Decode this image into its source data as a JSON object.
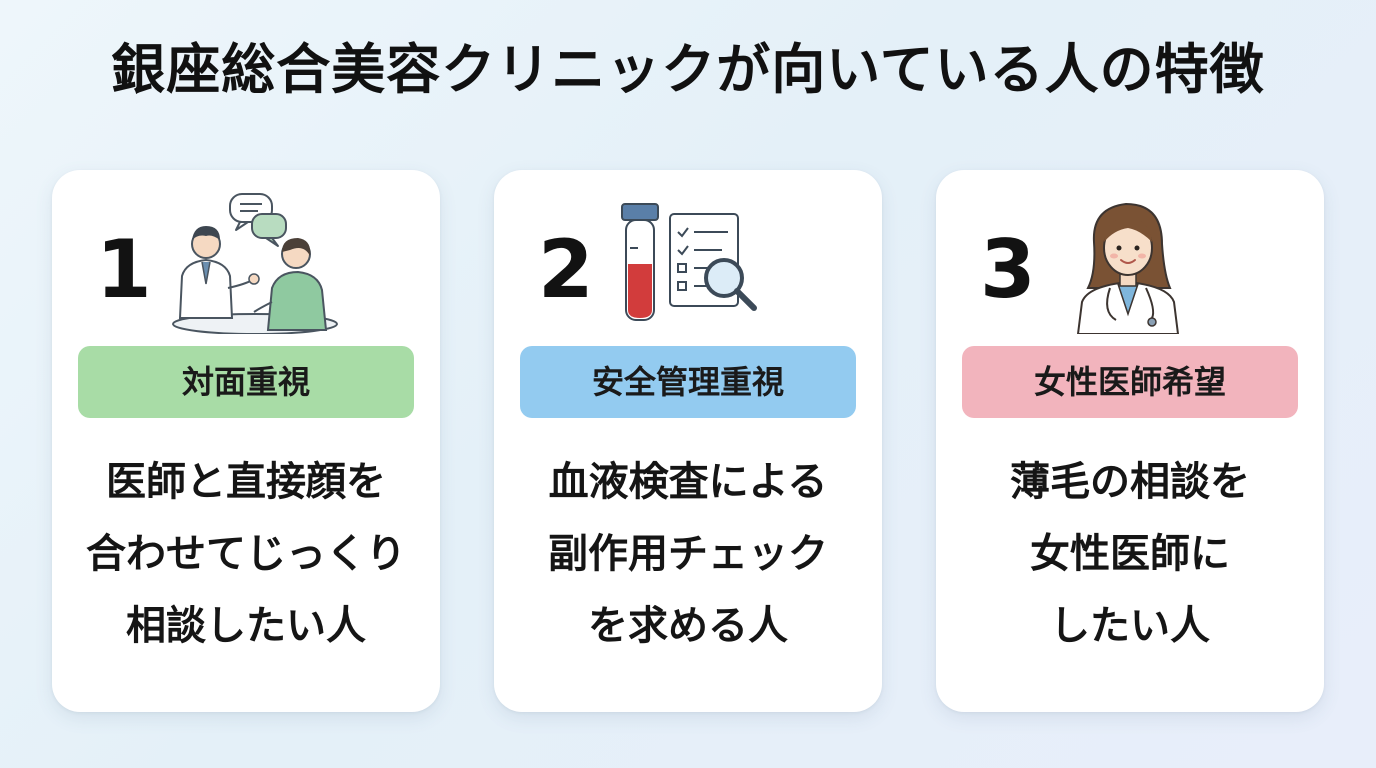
{
  "title": "銀座総合美容クリニックが向いている人の特徴",
  "cards": [
    {
      "number": "1",
      "icon": "consultation-icon",
      "tag": "対面重視",
      "tag_color": "#a8dca6",
      "lines": [
        "医師と直接顔を",
        "合わせてじっくり",
        "相談したい人"
      ]
    },
    {
      "number": "2",
      "icon": "blood-test-checklist-icon",
      "tag": "安全管理重視",
      "tag_color": "#93cbf0",
      "lines": [
        "血液検査による",
        "副作用チェック",
        "を求める人"
      ]
    },
    {
      "number": "3",
      "icon": "female-doctor-icon",
      "tag": "女性医師希望",
      "tag_color": "#f2b4bd",
      "lines": [
        "薄毛の相談を",
        "女性医師に",
        "したい人"
      ]
    }
  ]
}
